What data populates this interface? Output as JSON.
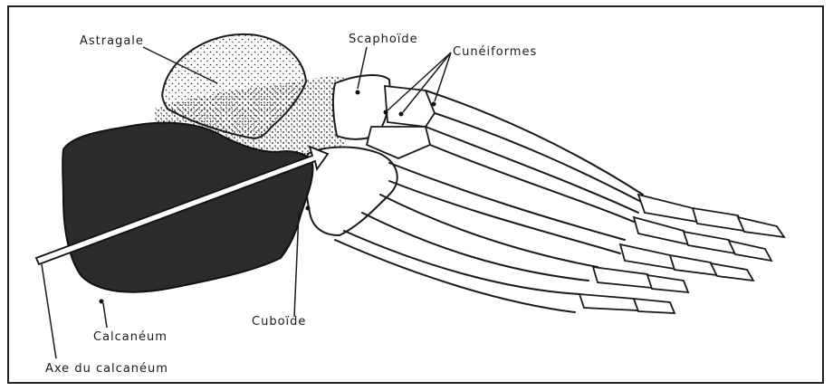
{
  "labels": {
    "astragale": "Astragale",
    "scaphoide": "Scaphoïde",
    "cuneiformes": "Cunéiformes",
    "cuboide": "Cuboïde",
    "calcaneum": "Calcanéum",
    "axe": "Axe du calcanéum"
  },
  "colors": {
    "ink": "#1a1a1a",
    "calcaneum_fill": "#2b2b2b",
    "paper": "#ffffff"
  }
}
